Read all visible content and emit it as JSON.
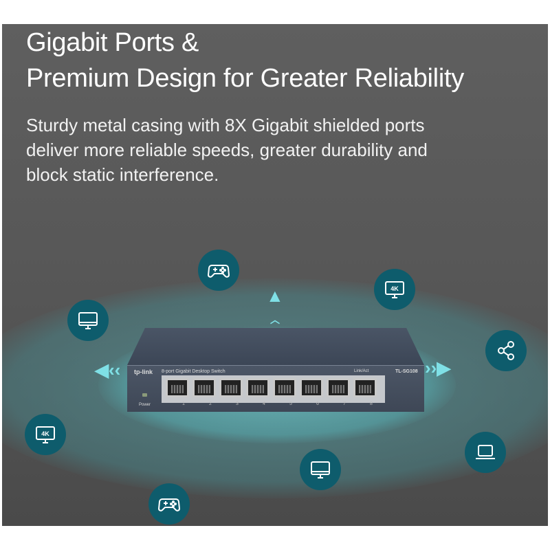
{
  "heading": {
    "line1": "Gigabit Ports &",
    "line2": "Premium Design for Greater Reliability"
  },
  "description": {
    "line1": "Sturdy metal casing with 8X Gigabit shielded ports",
    "line2": "deliver more reliable speeds, greater durability and",
    "line3": "block static interference."
  },
  "switch": {
    "brand": "tp-link",
    "product_line": "8-port Gigabit Desktop Switch",
    "model": "TL-SG108",
    "power_label": "Power",
    "link_label": "Link/Act",
    "ports": [
      "1",
      "2",
      "3",
      "4",
      "5",
      "6",
      "7",
      "8"
    ]
  },
  "icons": [
    "gamepad-icon",
    "4k-monitor-icon",
    "monitor-icon",
    "share-icon",
    "4k-monitor-icon",
    "laptop-icon",
    "monitor-icon",
    "gamepad-icon"
  ],
  "colors": {
    "background": "#555555",
    "accent": "#0e5c6c",
    "glow": "#7fe0e6"
  }
}
